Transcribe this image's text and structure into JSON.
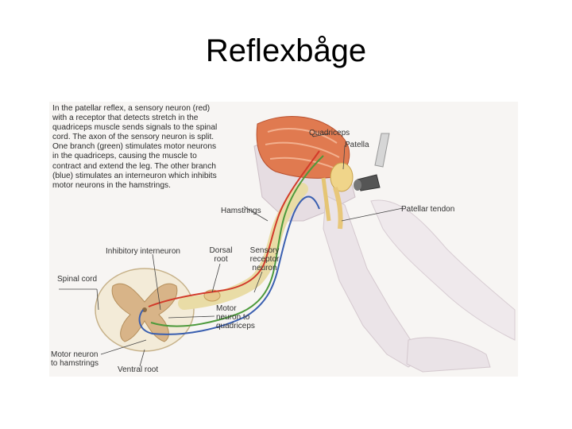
{
  "slide": {
    "title": "Reflexbåge"
  },
  "figure": {
    "caption": "In the patellar reflex, a sensory neuron (red) with a receptor that detects stretch in the quadriceps muscle sends signals to the spinal cord. The axon of the sensory neuron is split. One branch (green) stimulates motor neurons in the quadriceps, causing the muscle to contract and extend the leg. The other branch (blue) stimulates an interneuron which inhibits motor neurons in the hamstrings.",
    "labels": {
      "quadriceps": "Quadriceps",
      "patella": "Patella",
      "patellar_tendon": "Patellar tendon",
      "hamstrings": "Hamstrings",
      "inhibitory_interneuron": "Inhibitory interneuron",
      "dorsal_root_1": "Dorsal",
      "dorsal_root_2": "root",
      "sensory_receptor_1": "Sensory",
      "sensory_receptor_2": "receptor",
      "sensory_receptor_3": "neuron",
      "spinal_cord": "Spinal cord",
      "motor_quad_1": "Motor",
      "motor_quad_2": "neuron to",
      "motor_quad_3": "quadriceps",
      "motor_ham_1": "Motor neuron",
      "motor_ham_2": "to hamstrings",
      "ventral_root": "Ventral root"
    },
    "colors": {
      "sensory": "#d23a2a",
      "motor_quadriceps": "#4d9a3c",
      "interneuron": "#3a5fb0",
      "muscle": "#e07a50",
      "leg": "#ece6ea",
      "spinal_white": "#f3ebd8",
      "spinal_gray": "#d8b488"
    }
  }
}
